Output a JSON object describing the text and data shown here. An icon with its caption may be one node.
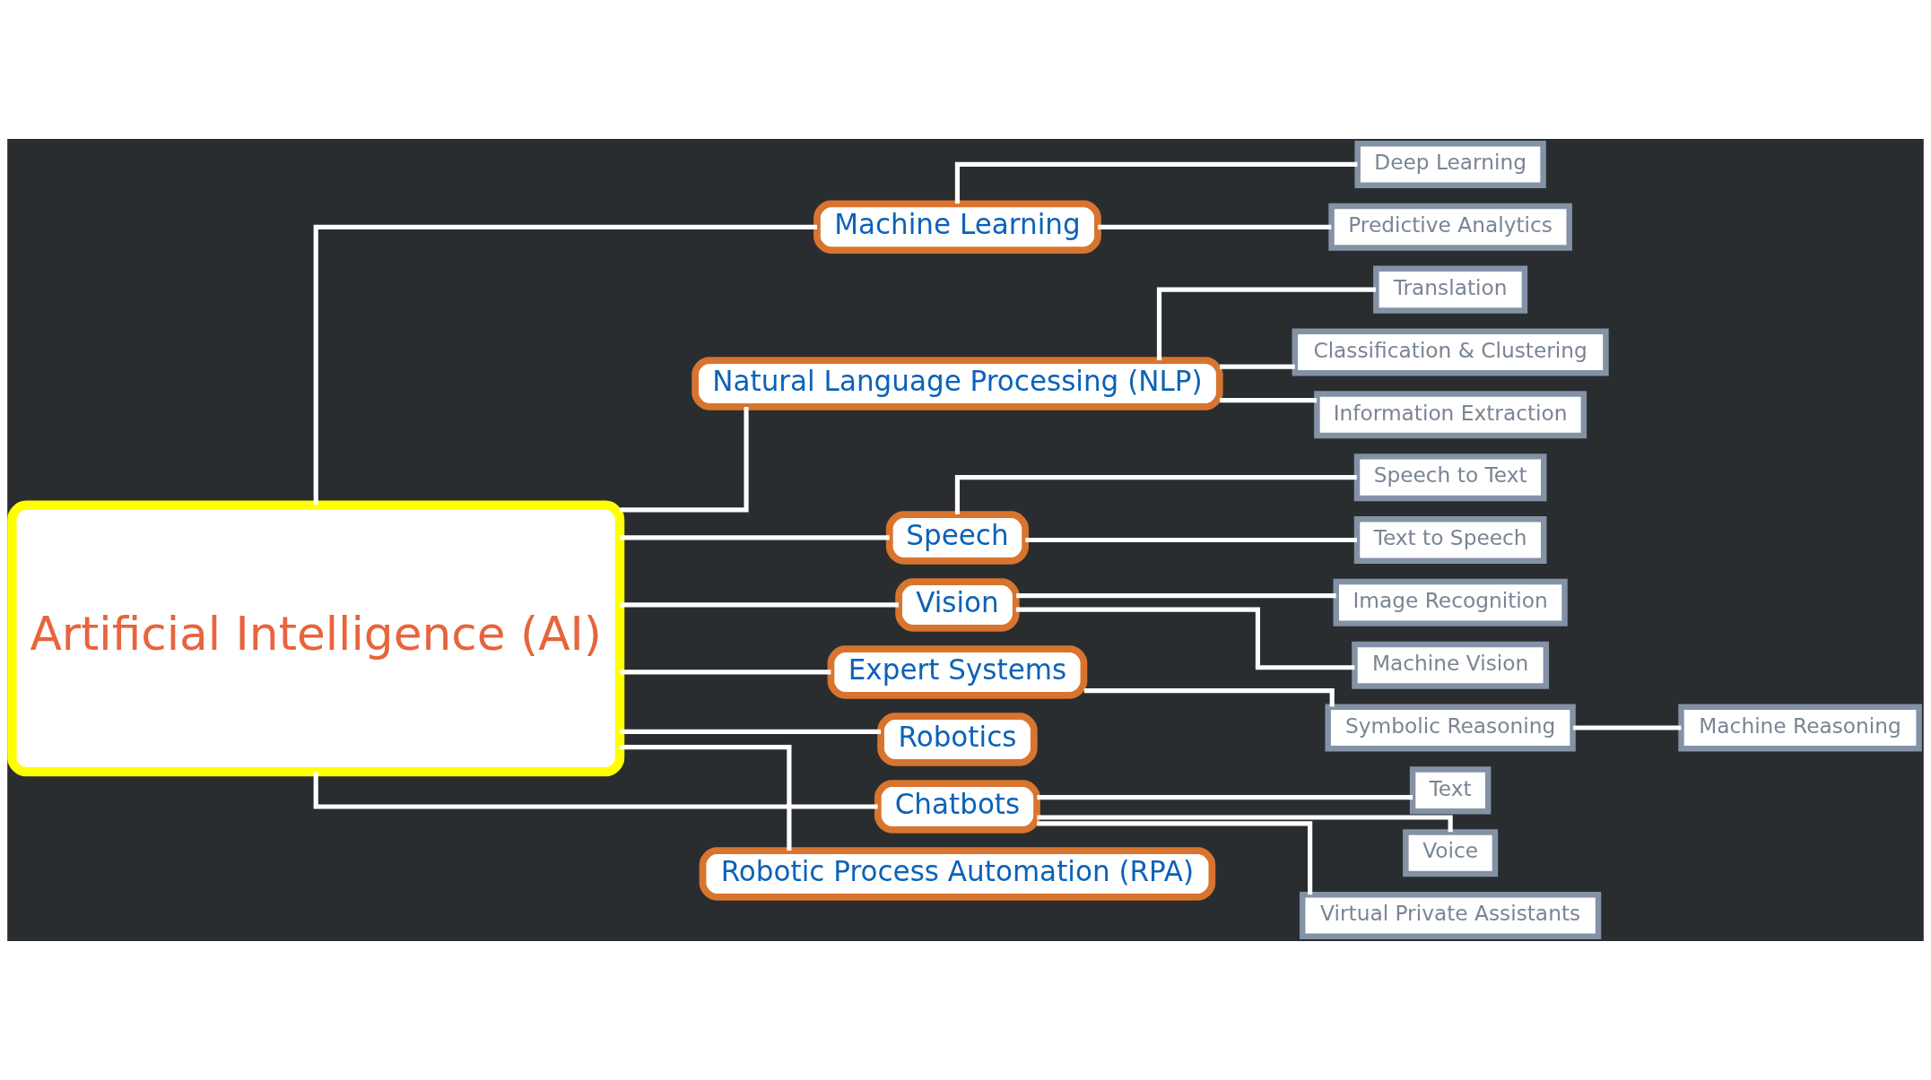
{
  "diagram": {
    "nodes": [
      {
        "text": [
          "Artificial Intelligence (AI)"
        ]
      },
      {
        "text": [
          "Machine Learning"
        ]
      },
      {
        "text": [
          "Deep Learning"
        ]
      },
      {
        "text": [
          "Predictive Analytics"
        ]
      },
      {
        "text": [
          "Natural Language Processing (NLP)"
        ]
      },
      {
        "text": [
          "Translation"
        ]
      },
      {
        "text": [
          "Classification & Clustering"
        ]
      },
      {
        "text": [
          "Information Extraction"
        ]
      },
      {
        "text": [
          "Speech"
        ]
      },
      {
        "text": [
          "Speech to Text"
        ]
      },
      {
        "text": [
          "Text to Speech"
        ]
      },
      {
        "text": [
          "Vision"
        ]
      },
      {
        "text": [
          "Image Recognition"
        ]
      },
      {
        "text": [
          "Machine Vision"
        ]
      },
      {
        "text": [
          "Expert Systems"
        ]
      },
      {
        "text": [
          "Symbolic Reasoning"
        ]
      },
      {
        "text": [
          "Machine Reasoning"
        ]
      },
      {
        "text": [
          "Robotics"
        ]
      },
      {
        "text": [
          "Chatbots"
        ]
      },
      {
        "text": [
          "Text"
        ]
      },
      {
        "text": [
          "Voice"
        ]
      },
      {
        "text": [
          "Virtual Private Assistants"
        ]
      },
      {
        "text": [
          "Robotic Process Automation (RPA)"
        ]
      }
    ],
    "edges": [
      {
        "from": 0,
        "to": 1,
        "arrow": "none"
      },
      {
        "from": 0,
        "to": 4,
        "arrow": "none"
      },
      {
        "from": 0,
        "to": 8,
        "arrow": "none"
      },
      {
        "from": 0,
        "to": 11,
        "arrow": "none"
      },
      {
        "from": 0,
        "to": 14,
        "arrow": "none"
      },
      {
        "from": 0,
        "to": 17,
        "arrow": "none"
      },
      {
        "from": 0,
        "to": 18,
        "arrow": "none"
      },
      {
        "from": 0,
        "to": 22,
        "arrow": "none"
      },
      {
        "from": 1,
        "to": 2,
        "arrow": "none"
      },
      {
        "from": 1,
        "to": 3,
        "arrow": "none"
      },
      {
        "from": 4,
        "to": 5,
        "arrow": "none"
      },
      {
        "from": 4,
        "to": 6,
        "arrow": "none"
      },
      {
        "from": 4,
        "to": 7,
        "arrow": "none"
      },
      {
        "from": 8,
        "to": 9,
        "arrow": "none"
      },
      {
        "from": 8,
        "to": 10,
        "arrow": "none"
      },
      {
        "from": 11,
        "to": 12,
        "arrow": "none"
      },
      {
        "from": 11,
        "to": 13,
        "arrow": "none"
      },
      {
        "from": 14,
        "to": 15,
        "arrow": "none"
      },
      {
        "from": 15,
        "to": 16,
        "arrow": "none"
      },
      {
        "from": 18,
        "to": 19,
        "arrow": "none"
      },
      {
        "from": 18,
        "to": 20,
        "arrow": "none"
      },
      {
        "from": 18,
        "to": 21,
        "arrow": "none"
      }
    ]
  }
}
